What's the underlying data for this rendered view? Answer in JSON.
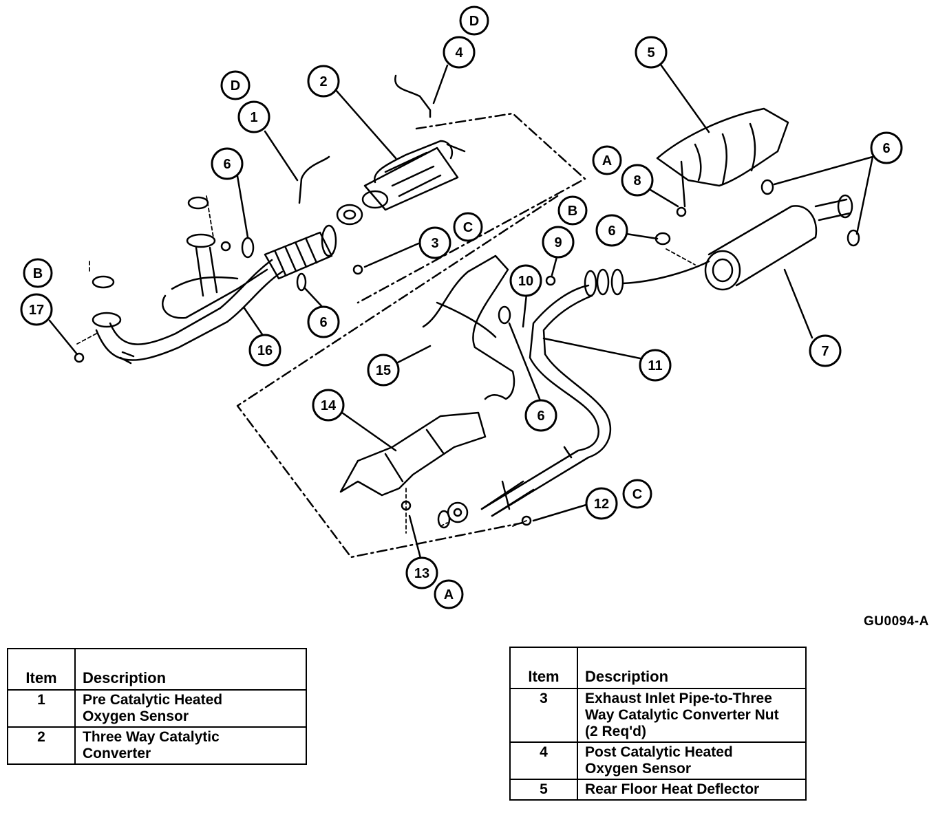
{
  "figure_code": "GU0094-A",
  "callouts": {
    "c1": "1",
    "c2": "2",
    "c3": "3",
    "c4": "4",
    "c5": "5",
    "c6a": "6",
    "c6b": "6",
    "c6c": "6",
    "c6d": "6",
    "c6e": "6",
    "c7": "7",
    "c8": "8",
    "c9": "9",
    "c10": "10",
    "c11": "11",
    "c12": "12",
    "c13": "13",
    "c14": "14",
    "c15": "15",
    "c16": "16",
    "c17": "17",
    "lA1": "A",
    "lA2": "A",
    "lB1": "B",
    "lB2": "B",
    "lC1": "C",
    "lC2": "C",
    "lD1": "D",
    "lD2": "D"
  },
  "legend_left": {
    "header_item": "Item",
    "header_desc": "Description",
    "rows": [
      {
        "item": "1",
        "desc_line1": "Pre Catalytic Heated",
        "desc_line2": "Oxygen Sensor"
      },
      {
        "item": "2",
        "desc_line1": "Three Way Catalytic",
        "desc_line2": "Converter"
      }
    ]
  },
  "legend_right": {
    "header_item": "Item",
    "header_desc": "Description",
    "rows": [
      {
        "item": "3",
        "desc_line1": "Exhaust Inlet Pipe-to-Three",
        "desc_line2": "Way Catalytic Converter Nut",
        "desc_line3": "(2 Req'd)"
      },
      {
        "item": "4",
        "desc_line1": "Post Catalytic Heated",
        "desc_line2": "Oxygen Sensor"
      },
      {
        "item": "5",
        "desc_line1": "Rear Floor Heat Deflector"
      }
    ]
  }
}
